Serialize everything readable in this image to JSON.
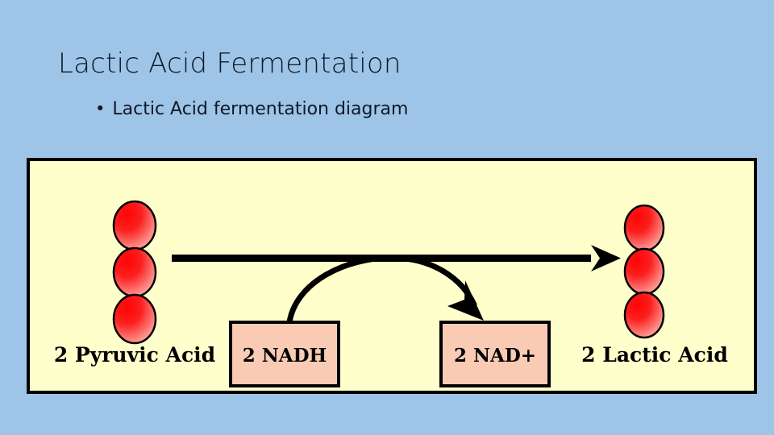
{
  "slide": {
    "title": "Lactic Acid Fermentation",
    "bullet_marker": "•",
    "bullet_text": "Lactic Acid fermentation diagram",
    "background_color": "#9ec5e8",
    "title_color": "#101828"
  },
  "diagram": {
    "panel_fill": "#ffffcc",
    "panel_border_color": "#000000",
    "sphere_color": "#ff0000",
    "sphere_highlight_color": "#ffb0a8",
    "box_fill": "#f9cbb4",
    "box_border_color": "#000000",
    "arrow_color": "#000000",
    "reactant": {
      "label": "2 Pyruvic Acid",
      "sphere_count": 3
    },
    "product": {
      "label": "2 Lactic Acid",
      "sphere_count": 3
    },
    "cofactor_in": {
      "label": "2 NADH"
    },
    "cofactor_out": {
      "label": "2 NAD+"
    }
  }
}
